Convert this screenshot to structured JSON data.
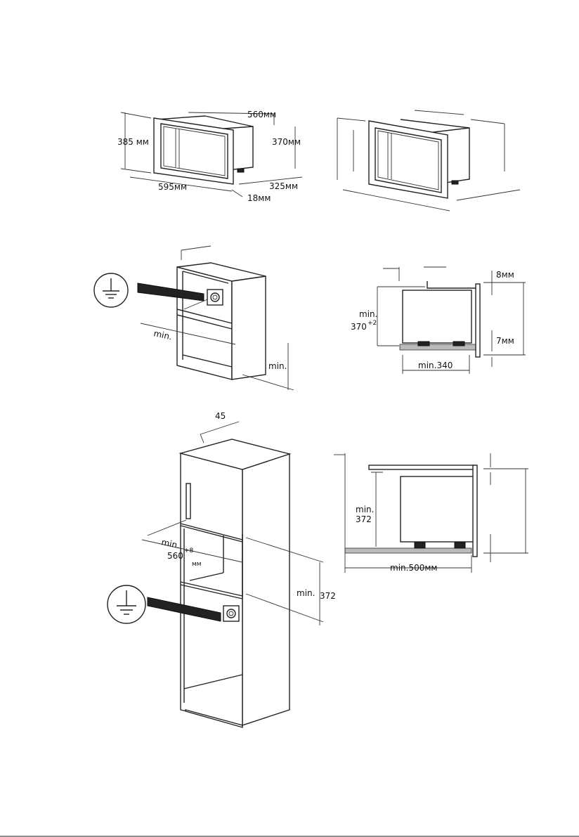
{
  "top_left": {
    "width_label": "560мм",
    "height_label": "385 мм",
    "inner_height_label": "370мм",
    "front_width_label": "595мм",
    "depth_label": "325мм",
    "frame_label": "18мм"
  },
  "mid_left": {
    "min_label_1": "min.",
    "min_label_2": "min."
  },
  "mid_right": {
    "top_gap_label": "8мм",
    "min_label": "min.",
    "height_value": "370",
    "height_tolerance": "+2",
    "bottom_gap_label": "7мм",
    "width_label": "min.340"
  },
  "bottom_left": {
    "depth_label": "45",
    "min_label_1": "min.",
    "width_value": "560",
    "width_tolerance": "+8",
    "width_unit": "мм",
    "min_label_2": "min.",
    "height_value": "372"
  },
  "bottom_right": {
    "min_label": "min.",
    "height_value": "372",
    "width_label": "min.500мм"
  },
  "colors": {
    "line": "#222222",
    "background": "#ffffff"
  },
  "icons": [
    "ground-symbol-icon",
    "power-socket-icon"
  ]
}
